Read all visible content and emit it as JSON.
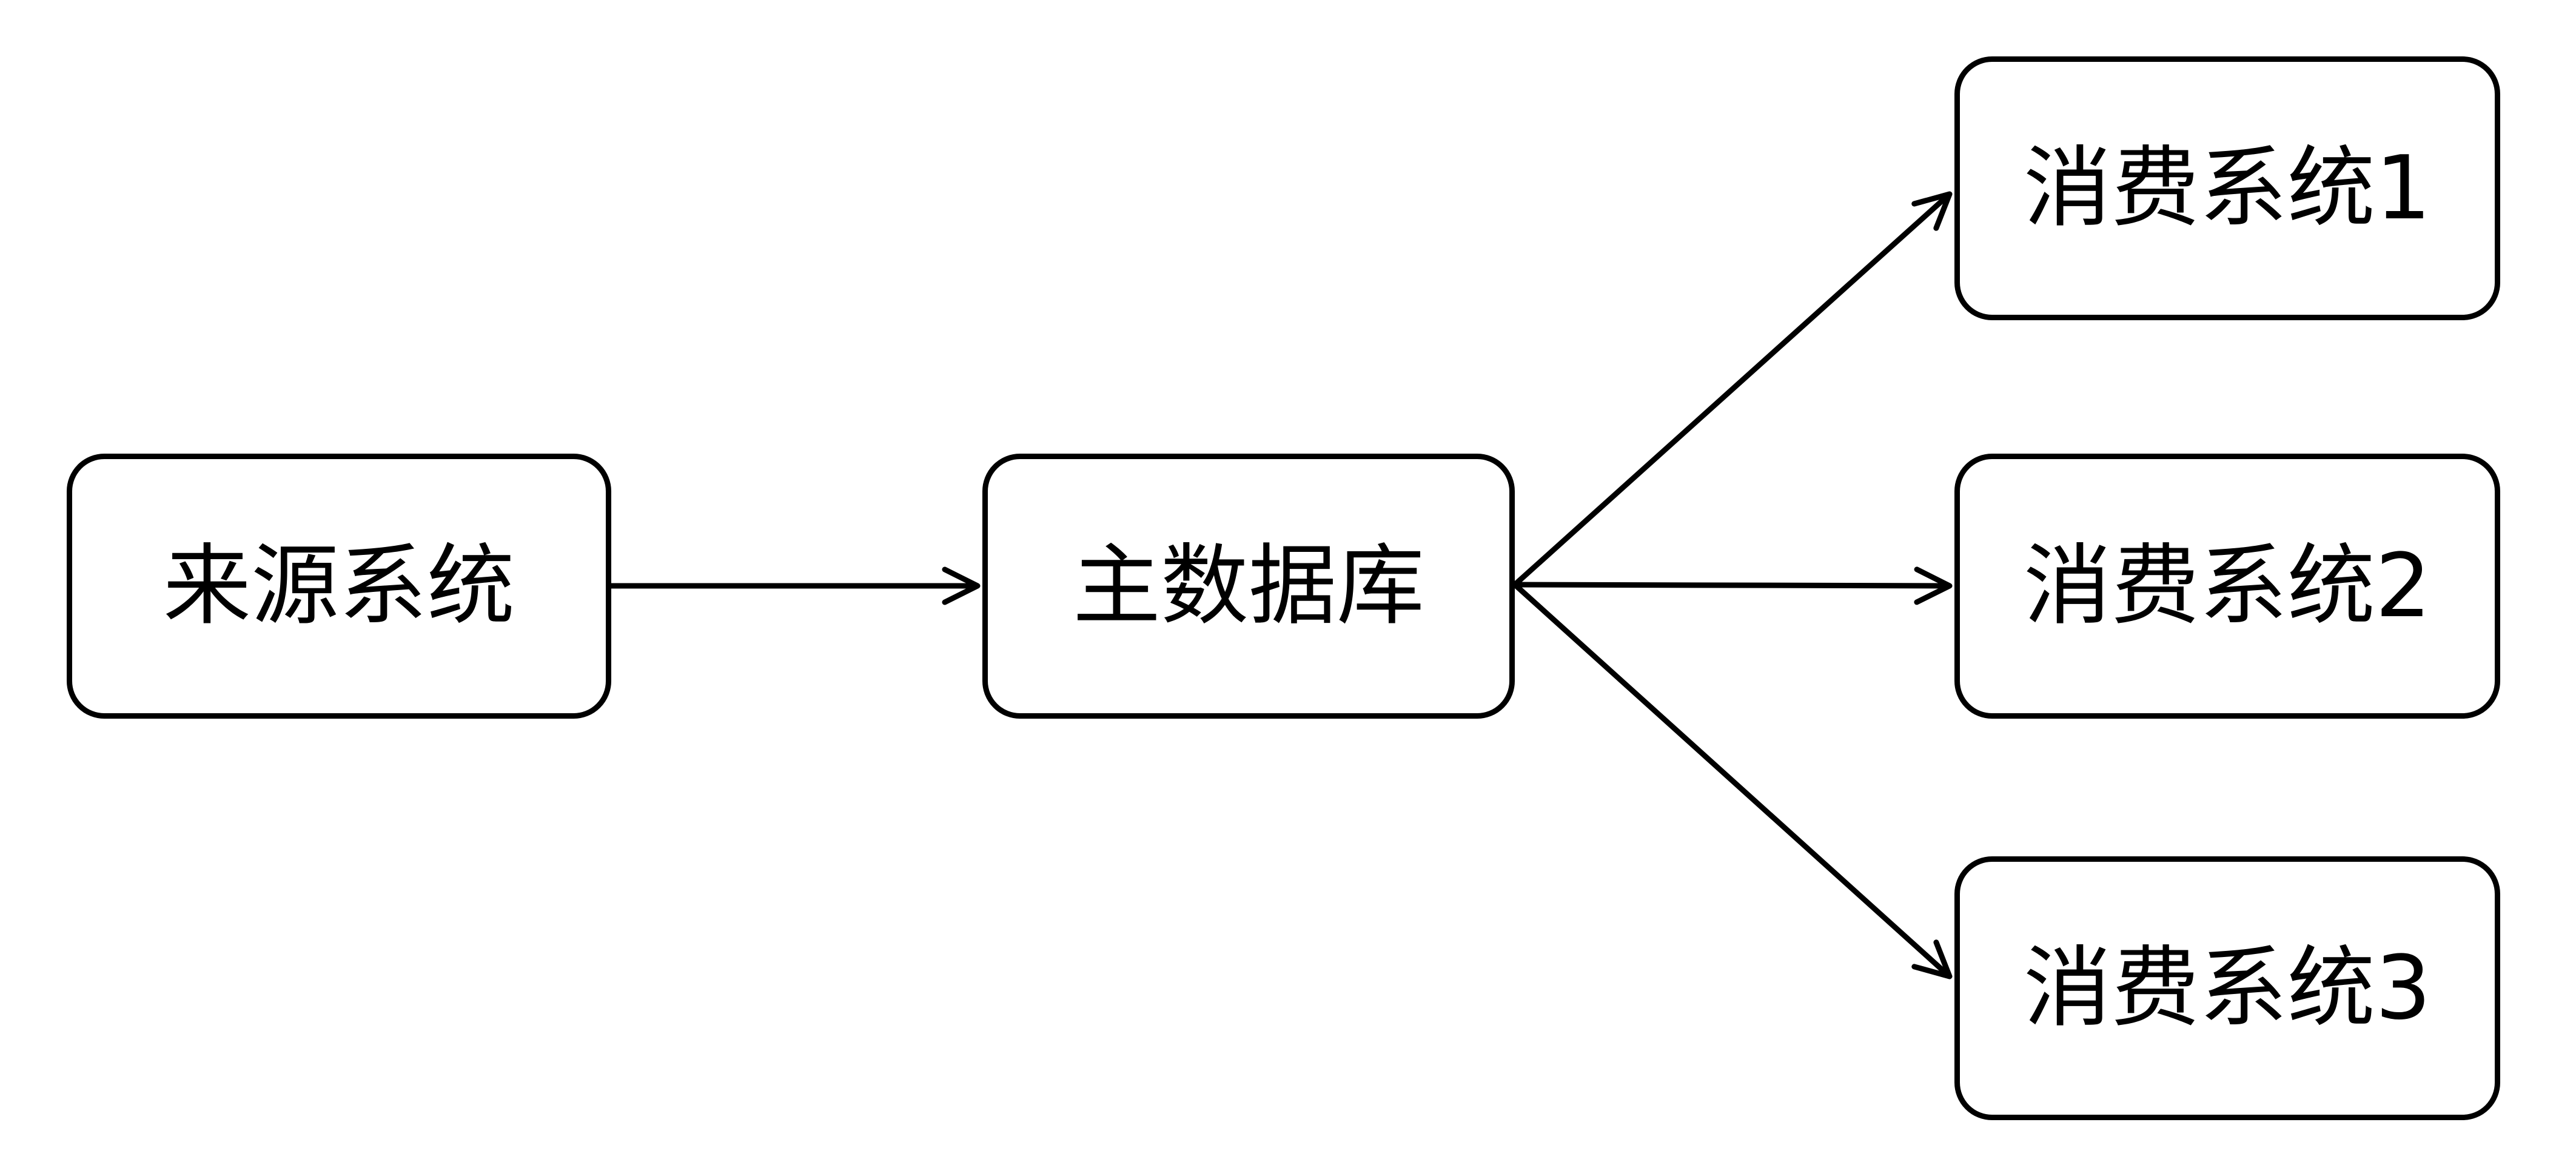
{
  "diagram": {
    "background_color": "#ffffff",
    "stroke_color": "#000000",
    "text_color": "#000000",
    "nodes": {
      "source": {
        "label": "来源系统"
      },
      "master": {
        "label": "主数据库"
      },
      "consumer1": {
        "label": "消费系统1"
      },
      "consumer2": {
        "label": "消费系统2"
      },
      "consumer3": {
        "label": "消费系统3"
      }
    },
    "edges": [
      {
        "from": "来源系统",
        "to": "主数据库"
      },
      {
        "from": "主数据库",
        "to": "消费系统1"
      },
      {
        "from": "主数据库",
        "to": "消费系统2"
      },
      {
        "from": "主数据库",
        "to": "消费系统3"
      }
    ]
  }
}
